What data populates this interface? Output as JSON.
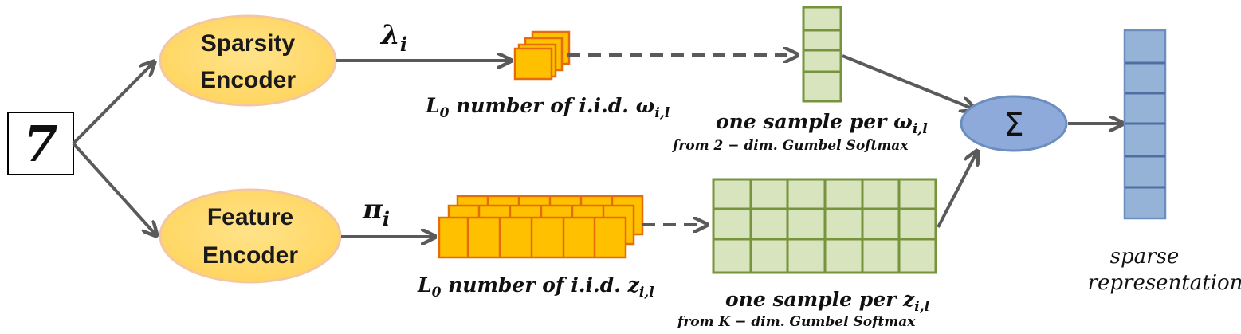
{
  "input": {
    "digit": "7"
  },
  "encoders": {
    "sparsity": {
      "line1": "Sparsity",
      "line2": "Encoder"
    },
    "feature": {
      "line1": "Feature",
      "line2": "Encoder"
    }
  },
  "params": {
    "lambda": {
      "symbol": "λ",
      "sub": "i"
    },
    "pi": {
      "symbol": "π",
      "sub": "i"
    }
  },
  "captions": {
    "top_count": {
      "prefix": "L",
      "prefix_sub": "0",
      "text": " number of i.i.d. ω",
      "sub": "i,l"
    },
    "bottom_count": {
      "prefix": "L",
      "prefix_sub": "0",
      "text": " number of i.i.d. z",
      "sub": "i,l"
    },
    "top_sample": {
      "line1": "one sample per ω",
      "line1_sub": "i,l",
      "line2": "from 2 − dim. Gumbel Softmax"
    },
    "bottom_sample": {
      "line1": "one sample per z",
      "line1_sub": "i,l",
      "line2": "from K − dim. Gumbel Softmax"
    }
  },
  "sum": {
    "symbol": "Σ"
  },
  "output": {
    "line1": "sparse",
    "line2": "representation"
  },
  "colors": {
    "arrow": "#5a5a5a",
    "encoder_fill": "#ffd966",
    "encoder_stroke": "#f3c7a4",
    "orange_fill": "#ffc000",
    "orange_stroke": "#e46c0a",
    "green_fill": "#d7e4bd",
    "green_stroke": "#77933c",
    "sum_fill": "#8eaadb",
    "sum_stroke": "#6c8ebf",
    "output_fill": "#95b3d7",
    "output_stroke": "#6c8ebf"
  }
}
